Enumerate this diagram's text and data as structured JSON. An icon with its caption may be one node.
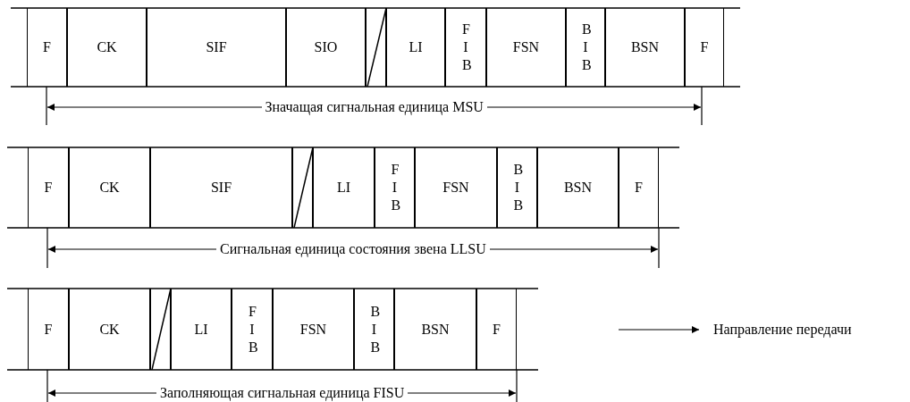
{
  "diagram": {
    "nodes": [
      {
        "text": [
          "F"
        ]
      },
      {
        "text": [
          "CK"
        ]
      },
      {
        "text": [
          "SIF"
        ]
      },
      {
        "text": [
          "SIO"
        ]
      },
      {
        "text": [],
        "shape": "box"
      },
      {
        "text": [
          "LI"
        ]
      },
      {
        "text": [
          "F I B"
        ]
      },
      {
        "text": [
          "FSN"
        ]
      },
      {
        "text": [
          "B I B"
        ]
      },
      {
        "text": [
          "BSN"
        ]
      },
      {
        "text": [
          "F"
        ]
      },
      {
        "text": [
          "F"
        ]
      },
      {
        "text": [
          "CK"
        ]
      },
      {
        "text": [
          "SIF"
        ]
      },
      {
        "text": [],
        "shape": "box"
      },
      {
        "text": [
          "LI"
        ]
      },
      {
        "text": [
          "F I B"
        ]
      },
      {
        "text": [
          "FSN"
        ]
      },
      {
        "text": [
          "B I B"
        ]
      },
      {
        "text": [
          "BSN"
        ]
      },
      {
        "text": [
          "F"
        ]
      },
      {
        "text": [
          "F"
        ]
      },
      {
        "text": [
          "CK"
        ]
      },
      {
        "text": [],
        "shape": "box"
      },
      {
        "text": [
          "LI"
        ]
      },
      {
        "text": [
          "F I B"
        ]
      },
      {
        "text": [
          "FSN"
        ]
      },
      {
        "text": [
          "B I B"
        ]
      },
      {
        "text": [
          "BSN"
        ]
      },
      {
        "text": [
          "F"
        ]
      }
    ],
    "labels": [
      "Значащая сигнальная единица MSU",
      "Сигнальная единица состояния звена LLSU",
      "Заполняющая сигнальная единица FISU",
      "Направление передачи"
    ]
  }
}
